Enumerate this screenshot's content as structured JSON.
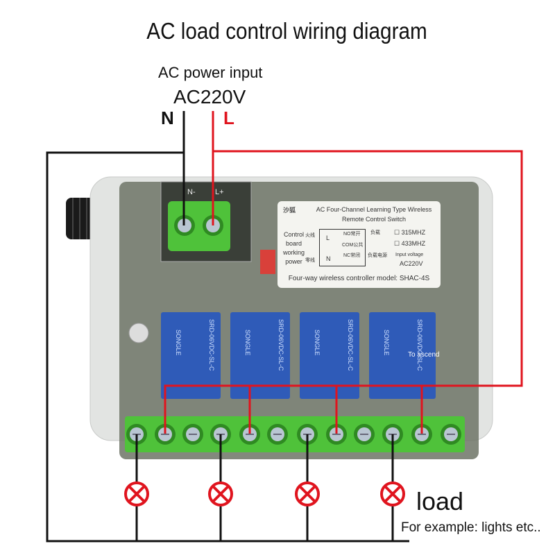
{
  "title": "AC load control wiring diagram",
  "power": {
    "label": "AC power input",
    "voltage": "AC220V",
    "neutral": "N",
    "live": "L"
  },
  "terminal": {
    "neg": "N-",
    "pos": "L+"
  },
  "product_label": {
    "brand": "沙狐",
    "heading": "AC Four-Channel Learning Type Wireless Remote Control Switch",
    "left": [
      "Control",
      "board",
      "working",
      "power"
    ],
    "left_cn": [
      "火线",
      "零线"
    ],
    "pins": [
      "L",
      "N"
    ],
    "contacts": [
      "NO常开",
      "COM公共",
      "NC常闭"
    ],
    "load_cn": "负载",
    "supply_cn": "负载电源",
    "freq": [
      "315MHZ",
      "433MHZ"
    ],
    "input_label": "Input voltage",
    "input_value": "AC220V",
    "model": "Four-way wireless controller model: SHAC-4S"
  },
  "relay": {
    "brand": "SONGLE",
    "model": "SRD-06VDC-SL-C"
  },
  "note": "To ascend",
  "load": {
    "label": "load",
    "example": "For example: lights etc.."
  },
  "colors": {
    "live": "#e0141e",
    "neutral": "#111111",
    "relay": "#2f5bb8",
    "terminal": "#4fc23a"
  }
}
